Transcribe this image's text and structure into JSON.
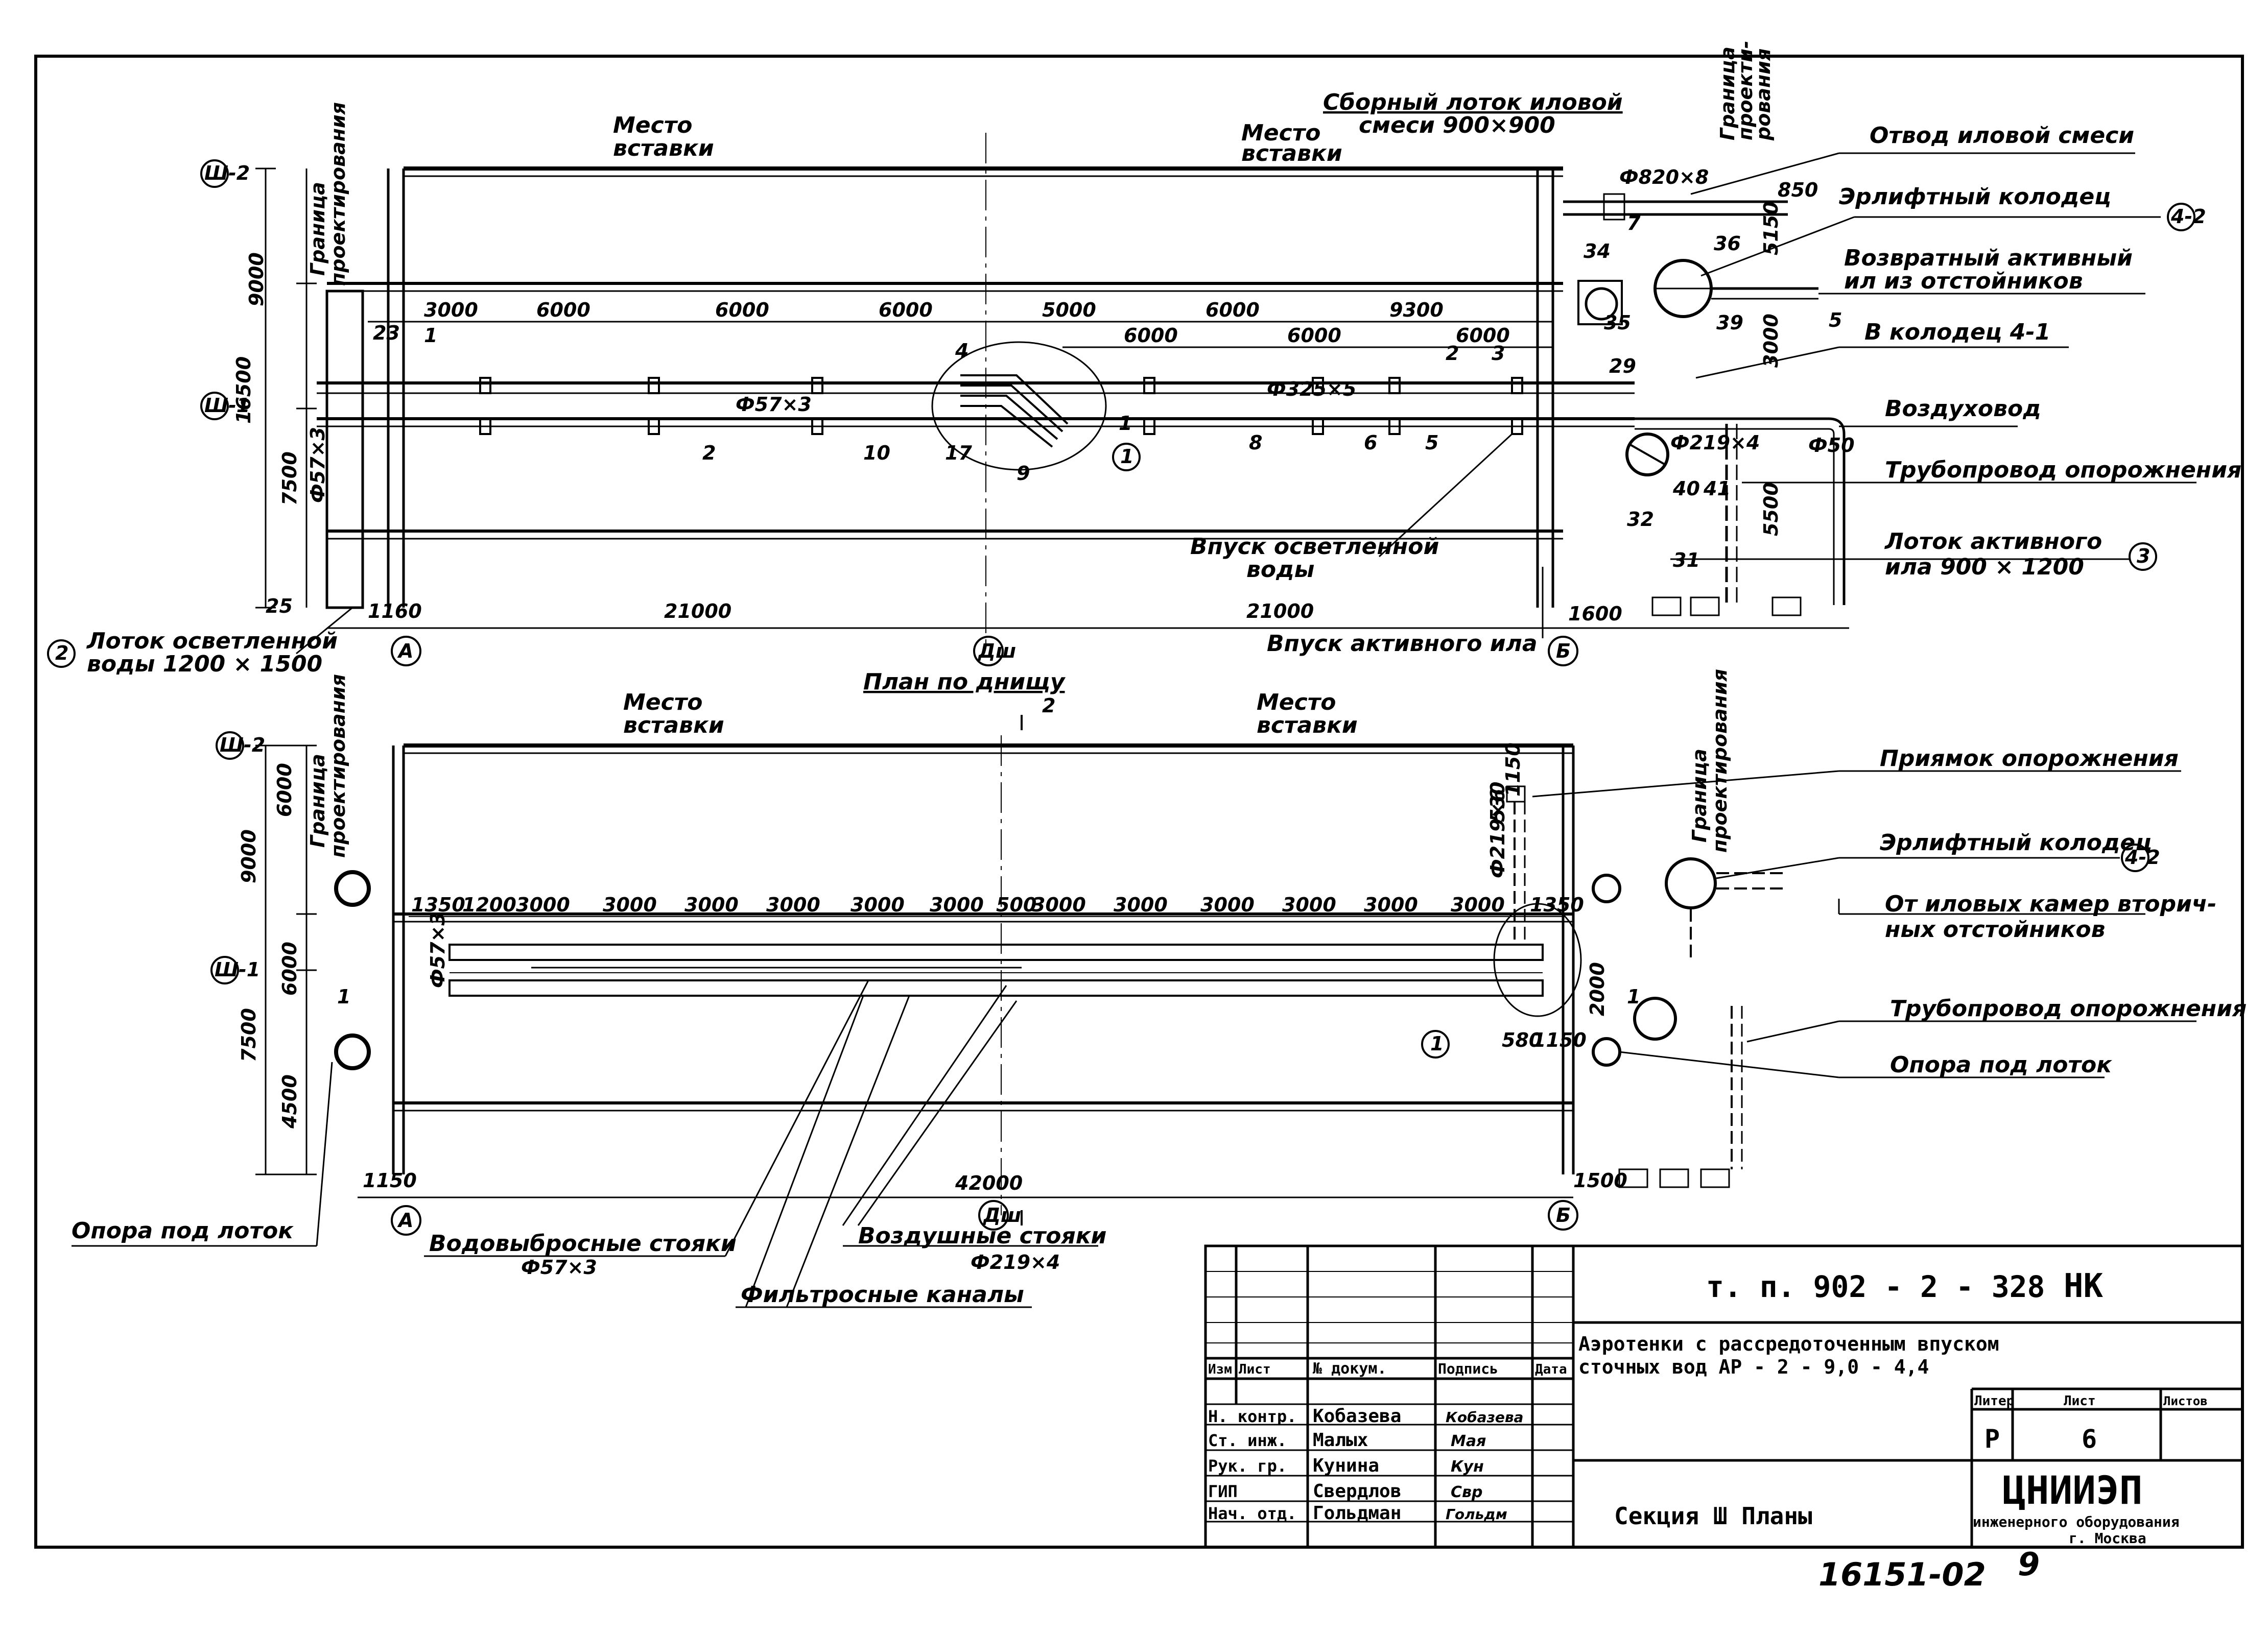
{
  "top_plan": {
    "insert_place_1": [
      "Место",
      "вставки"
    ],
    "insert_place_2": [
      "Место",
      "вставки"
    ],
    "silt_channel": [
      "Сборный лоток иловой",
      "смеси 900×900"
    ],
    "design_boundary": [
      "Граница",
      "проектирования"
    ],
    "design_boundary_right": [
      "Граница",
      "проекти-",
      "рования"
    ],
    "axis_marks": [
      "Ш-2",
      "Ш-1",
      "Ш-2"
    ],
    "axis_letters": [
      "А",
      "Дш",
      "Б"
    ],
    "circle_refs": [
      "4-2",
      "3",
      "2",
      "1"
    ],
    "dims_vertical": [
      "9000",
      "16500",
      "7500"
    ],
    "dims_span": [
      "3000",
      "6000",
      "6000",
      "6000",
      "5000",
      "6000",
      "9300"
    ],
    "dims_span2": [
      "6000",
      "6000"
    ],
    "dims_right": [
      "850",
      "5150",
      "3000",
      "5500",
      "6000"
    ],
    "dims_bottom": [
      "21000",
      "21000",
      "1160",
      "1600"
    ],
    "pipe_dia": [
      "Ф820×8",
      "Ф325×5",
      "Ф57×3",
      "Ф219×4",
      "Ф50",
      "Ф57×3"
    ],
    "pos_numbers": [
      "23",
      "1",
      "4",
      "2",
      "10",
      "17",
      "9",
      "8",
      "6",
      "5",
      "2",
      "3",
      "29",
      "7",
      "34",
      "36",
      "35",
      "39",
      "40",
      "41",
      "32",
      "31",
      "25",
      "1"
    ],
    "ann_silt_outlet": "Отвод иловой смеси",
    "ann_airlift_well": "Эрлифтный колодец",
    "ann_return_sludge": [
      "Возвратный активный",
      "ил из отстойников"
    ],
    "ann_to_well": "В колодец 4-1",
    "ann_air_duct": "Воздуховод",
    "ann_drain_pipe": "Трубопровод опорожнения",
    "ann_sludge_channel": [
      "Лоток активного",
      "ила 900 × 1200"
    ],
    "ann_clarified_inlet": [
      "Впуск осветленной",
      "воды"
    ],
    "ann_clarified_channel": [
      "Лоток осветленной",
      "воды  1200 × 1500"
    ],
    "ann_sludge_inlet": "Впуск активного ила",
    "section_mark": "5"
  },
  "bottom_plan": {
    "title": "План по днищу",
    "insert_place_1": [
      "Место",
      "вставки"
    ],
    "insert_place_2": [
      "Место",
      "вставки"
    ],
    "design_boundary": [
      "Граница",
      "проектирования"
    ],
    "section_mark_2": "2",
    "section_mark_1": "1",
    "dims_vertical": [
      "6000",
      "9000",
      "6000",
      "7500",
      "4500"
    ],
    "dims_span": [
      "1350",
      "1200",
      "3000",
      "3000",
      "3000",
      "3000",
      "3000",
      "3000",
      "500",
      "3000",
      "3000",
      "3000",
      "3000",
      "3000",
      "3000",
      "1350"
    ],
    "dims_bottom": [
      "42000",
      "1150",
      "1500"
    ],
    "small_dims": [
      "530",
      "1150",
      "Ф219×6",
      "2000",
      "580",
      "1150"
    ],
    "ann_drain_pit": "Приямок опорожнения",
    "ann_airlift_well": "Эрлифтный колодец",
    "ann_from_chambers": [
      "От иловых камер вторич-",
      "ных отстойников"
    ],
    "ann_drain_pipe": "Трубопровод опорожнения",
    "ann_support": "Опора под лоток",
    "ann_support_left": "Опора под лоток",
    "ann_water_risers": "Водовыбросные стояки",
    "ann_water_risers_dia": "Ф57×3",
    "ann_air_risers": "Воздушные стояки",
    "ann_air_risers_dia": "Ф219×4",
    "ann_filter_channels": "Фильтросные каналы",
    "circle_ref": "4-2"
  },
  "title_block": {
    "code": "т. п.  902 - 2 - 328",
    "mark": "НК",
    "name_line1": "Аэротенки с рассредоточенным впуском",
    "name_line2": "сточных  вод  АР - 2 - 9,0 - 4,4",
    "section": "Секция  Ш  Планы",
    "stage_header": "Литер",
    "sheet_header": "Лист",
    "sheets_header": "Листов",
    "stage": "Р",
    "sheet": "6",
    "org_name": "ЦНИИЭП",
    "org_sub": "инженерного оборудования",
    "org_city": "г. Москва",
    "cols": [
      "Изм.",
      "Лист",
      "№ докум.",
      "Подпись",
      "Дата"
    ],
    "staff": [
      {
        "role": "Н. контр.",
        "name": "Кобазева",
        "sign": "Кобазева"
      },
      {
        "role": "Ст. инж.",
        "name": "Малых",
        "sign": "Мая"
      },
      {
        "role": "Рук. гр.",
        "name": "Кунина",
        "sign": "Кун"
      },
      {
        "role": "ГИП",
        "name": "Свердлов",
        "sign": "Свр"
      },
      {
        "role": "Нач. отд.",
        "name": "Гольдман",
        "sign": "Гольдм"
      }
    ]
  },
  "footer": {
    "inv_number": "16151-02",
    "page": "9"
  }
}
